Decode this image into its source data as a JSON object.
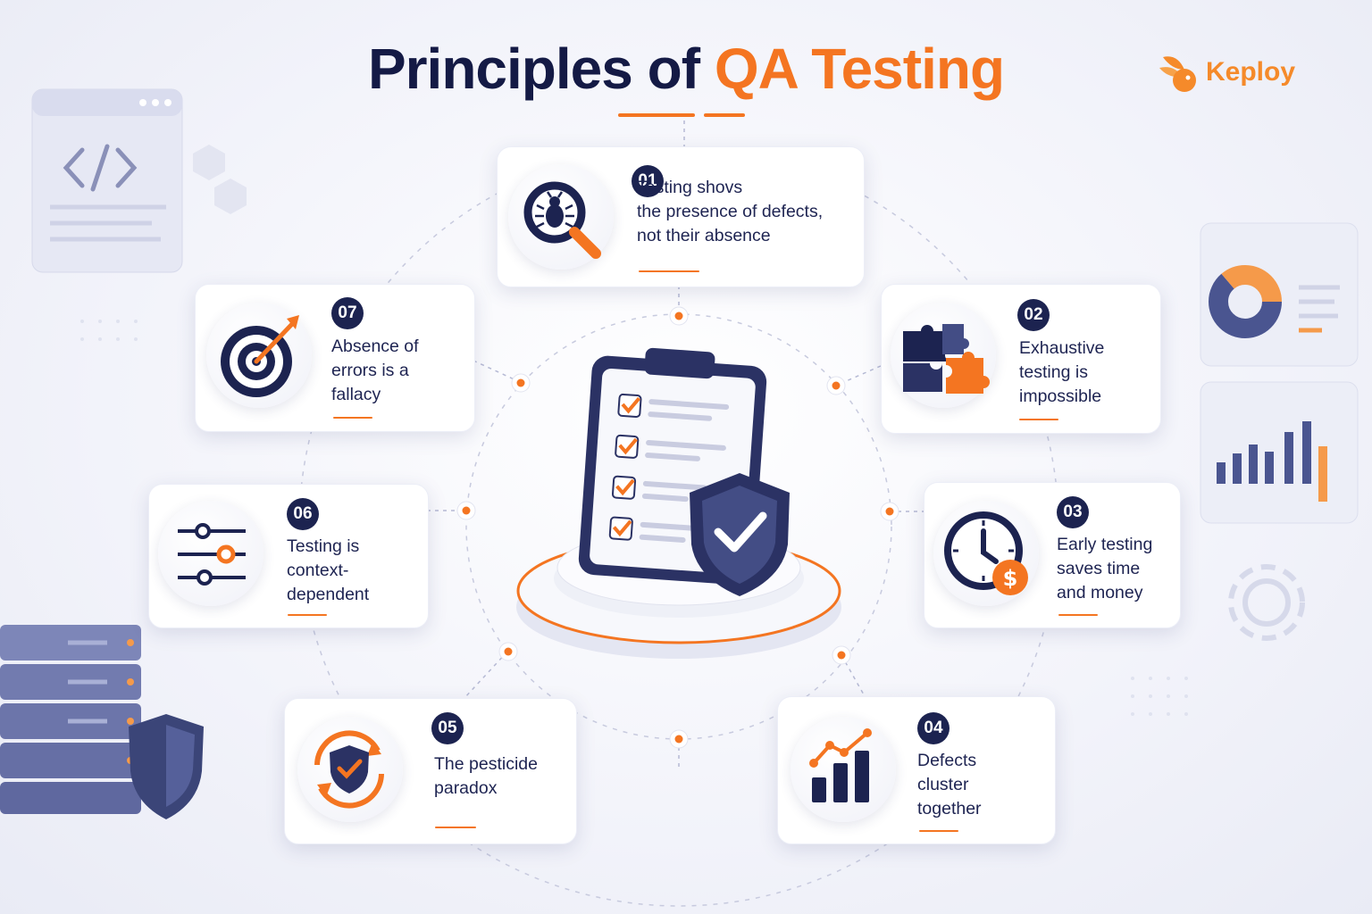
{
  "header": {
    "title_part1": "Principles of",
    "title_part2": "QA Testing"
  },
  "brand": {
    "name": "Keploy",
    "logo_icon": "rabbit-logo-icon"
  },
  "colors": {
    "accent": "#f47521",
    "navy": "#1c2350",
    "background": "#f2f3fa",
    "card": "#ffffff"
  },
  "center": {
    "icon": "clipboard-checklist-shield-icon"
  },
  "principles": [
    {
      "number": "01",
      "text": "Testing shovs\nthe presence of defects,\nnot their absence",
      "icon": "bug-magnifier-icon"
    },
    {
      "number": "02",
      "text": "Exhaustive\ntesting is\nimpossible",
      "icon": "puzzle-icon"
    },
    {
      "number": "03",
      "text": "Early testing\nsaves time\nand money",
      "icon": "clock-dollar-icon"
    },
    {
      "number": "04",
      "text": "Defects\ncluster\ntogether",
      "icon": "bar-chart-trend-icon"
    },
    {
      "number": "05",
      "text": "The pesticide\nparadox",
      "icon": "shield-cycle-icon"
    },
    {
      "number": "06",
      "text": "Testing is\ncontext-\ndependent",
      "icon": "sliders-icon"
    },
    {
      "number": "07",
      "text": "Absence of\nerrors is a\nfallacy",
      "icon": "target-arrow-icon"
    }
  ]
}
